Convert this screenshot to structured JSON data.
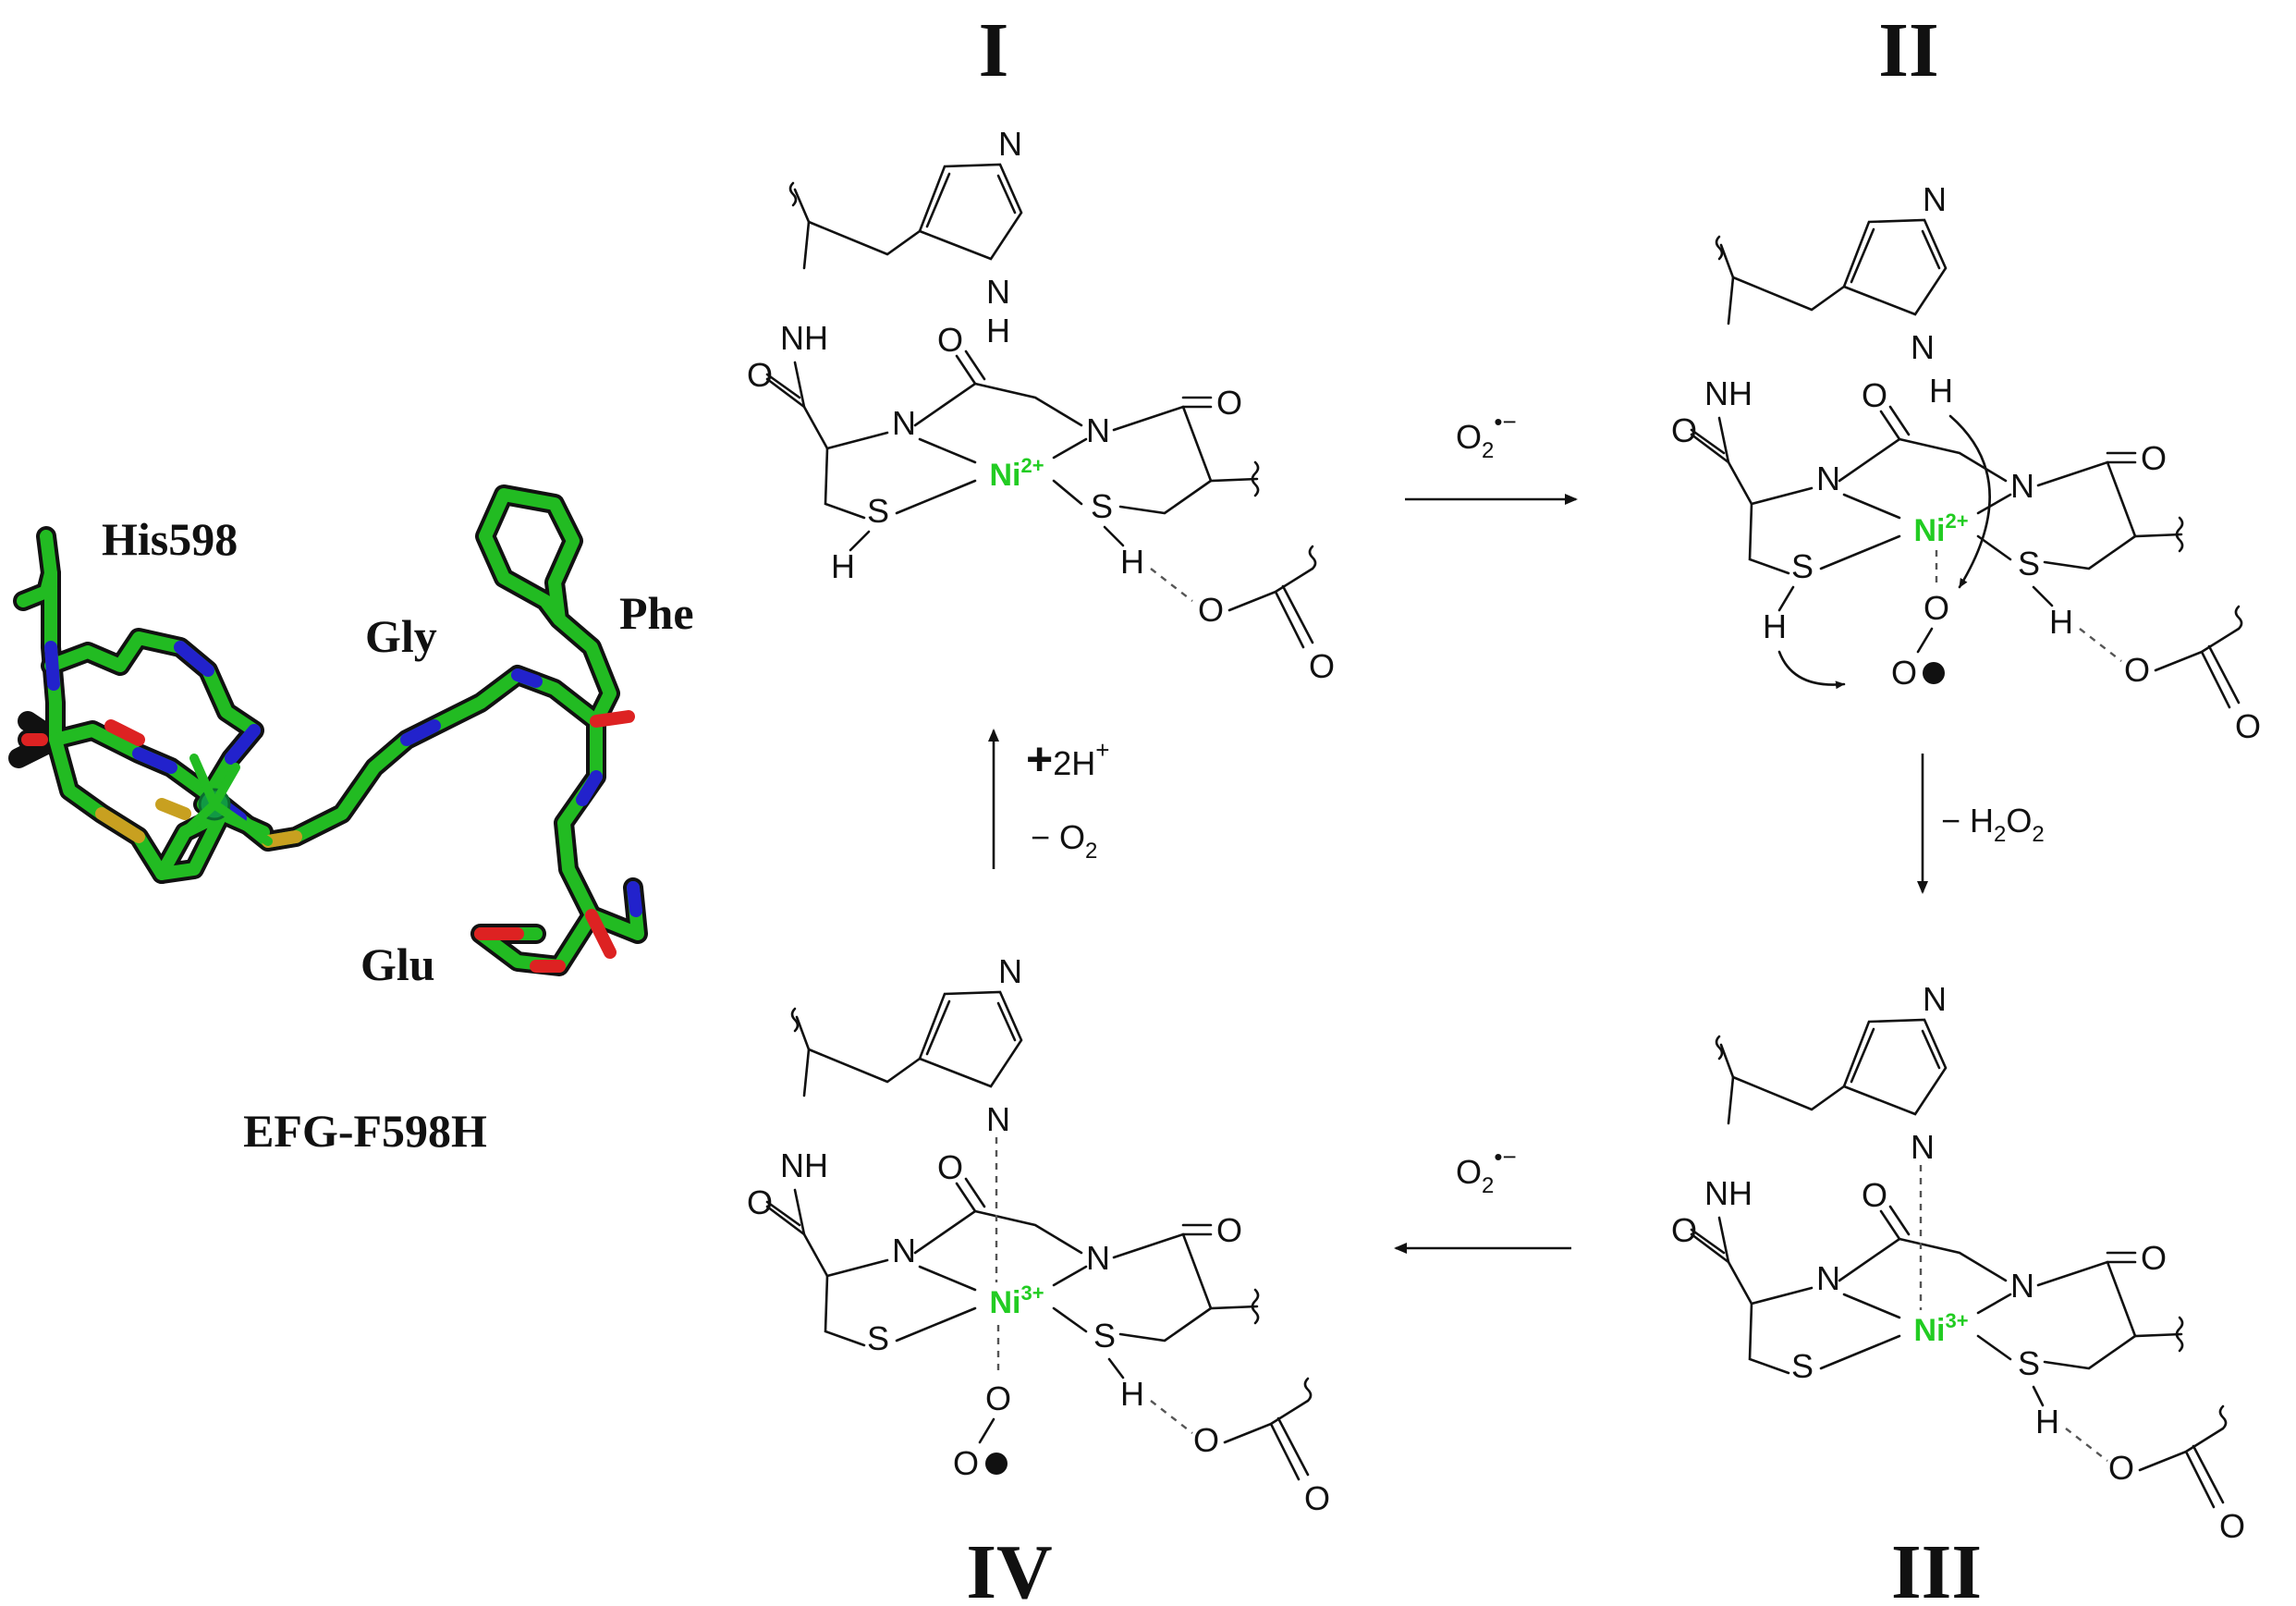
{
  "structures": {
    "I": "I",
    "II": "II",
    "III": "III",
    "IV": "IV"
  },
  "protein_model": {
    "label_his": "His598",
    "label_gly": "Gly",
    "label_phe": "Phe",
    "label_glu": "Glu",
    "caption": "EFG-F598H",
    "colors": {
      "carbon": "#22bb22",
      "nitrogen": "#2222cc",
      "oxygen": "#dd2222",
      "sulfur": "#c8a020",
      "nickel": "#119944"
    }
  },
  "atoms": {
    "N": "N",
    "H": "H",
    "NH": "NH",
    "O": "O",
    "S": "S",
    "Ni": "Ni"
  },
  "oxidation": {
    "ni2": "2+",
    "ni3": "3+"
  },
  "arrows": {
    "I_to_II": {
      "reagent": "O",
      "sub": "2",
      "sup": "•−"
    },
    "II_to_III": {
      "prefix": "− H",
      "sub1": "2",
      "mid": "O",
      "sub2": "2"
    },
    "III_to_IV": {
      "reagent": "O",
      "sub": "2",
      "sup": "•−"
    },
    "IV_to_I": {
      "top_plus": "+",
      "top_rest": "2H",
      "top_sup": "+",
      "bottom": "− O",
      "bottom_sub": "2"
    }
  }
}
